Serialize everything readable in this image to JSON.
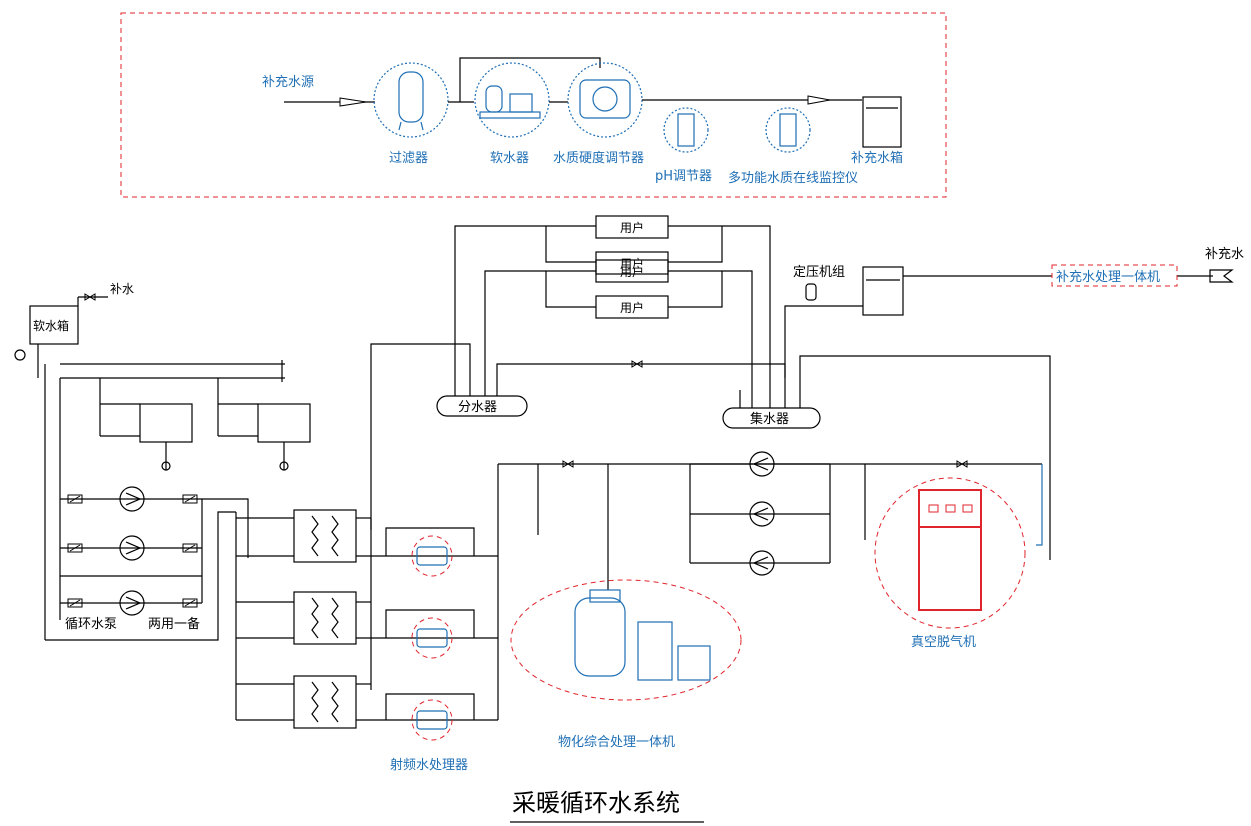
{
  "top_panel": {
    "makeup_source": "补充水源",
    "filter": "过滤器",
    "softener": "软水器",
    "hardness_regulator": "水质硬度调节器",
    "ph_regulator": "pH调节器",
    "monitor": "多功能水质在线监控仪",
    "makeup_tank": "补充水箱"
  },
  "system": {
    "user": "用户",
    "pressure_unit": "定压机组",
    "makeup_water": "补充水",
    "makeup_treatment": "补充水处理一体机",
    "makeup_small": "补水",
    "soft_tank": "软水箱",
    "supply_header": "分水器",
    "return_header": "集水器",
    "circ_pump": "循环水泵",
    "one_standby": "两用一备",
    "rf_treater": "射频水处理器",
    "integrated_unit": "物化综合处理一体机",
    "vacuum_degasser": "真空脱气机"
  },
  "title": "采暖循环水系统",
  "colors": {
    "accent_blue": "#1f6fb5",
    "alert_red": "#e0242b",
    "line": "#000000"
  }
}
